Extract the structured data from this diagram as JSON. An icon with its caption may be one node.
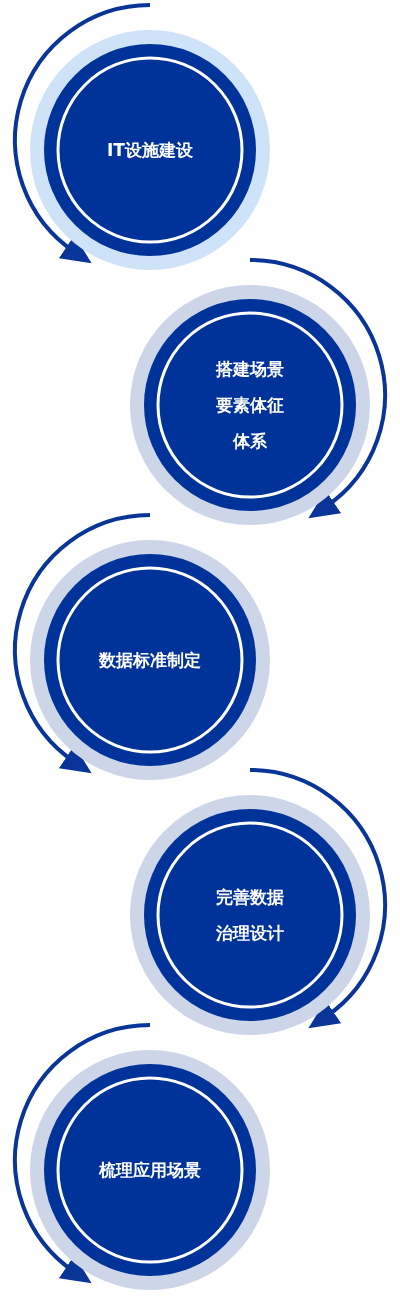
{
  "diagram": {
    "nodes": [
      {
        "text": [
          "IT设施建设"
        ]
      },
      {
        "text": [
          "搭建场景要素体征体系"
        ]
      },
      {
        "text": [
          "数据标准制定"
        ]
      },
      {
        "text": [
          "完善数据治理设计"
        ]
      },
      {
        "text": [
          "梳理应用场景"
        ]
      }
    ],
    "edges": [
      {
        "from": null,
        "to": 0,
        "arrow": "to"
      },
      {
        "from": null,
        "to": 1,
        "arrow": "to"
      },
      {
        "from": null,
        "to": 2,
        "arrow": "to"
      },
      {
        "from": null,
        "to": 3,
        "arrow": "to"
      },
      {
        "from": null,
        "to": 4,
        "arrow": "to"
      }
    ]
  }
}
